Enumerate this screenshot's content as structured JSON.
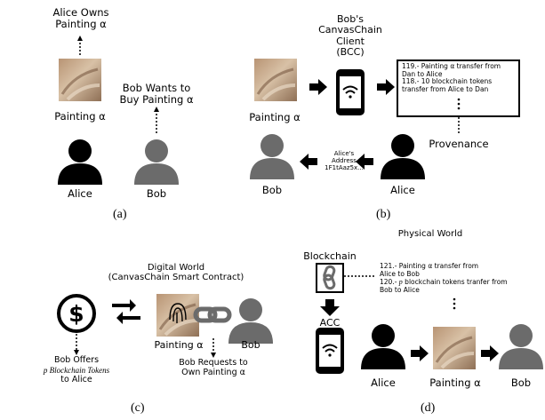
{
  "panel_a": {
    "caption": "(a)",
    "alice_owns": [
      "Alice Owns",
      "Painting α"
    ],
    "painting_label": "Painting α",
    "bob_wants": [
      "Bob Wants to",
      "Buy Painting α"
    ],
    "alice_label": "Alice",
    "bob_label": "Bob"
  },
  "panel_b": {
    "caption": "(b)",
    "bcc_title": [
      "Bob's",
      "CanvasChain",
      "Client",
      "(BCC)"
    ],
    "ledger_lines": [
      "119.- Painting α transfer from",
      "Dan to Alice",
      "118.- 10 blockchain tokens",
      "transfer from Alice to Dan"
    ],
    "painting_label": "Painting α",
    "provenance_label": "Provenance",
    "address_label": [
      "Alice's",
      "Address",
      "1F1tAaz5x..."
    ],
    "bob_label": "Bob",
    "alice_label": "Alice"
  },
  "panel_c": {
    "caption": "(c)",
    "title": [
      "Digital World",
      "(CanvasChain Smart Contract)"
    ],
    "painting_label": "Painting α",
    "bob_label": "Bob",
    "bob_offers": [
      "Bob Offers",
      "p Blockchain Tokens",
      "to Alice"
    ],
    "bob_requests": [
      "Bob Requests to",
      "Own Painting α"
    ]
  },
  "panel_d": {
    "caption": "(d)",
    "physical_world": "Physical World",
    "blockchain_label": "Blockchain",
    "ledger_line1": "121.- Painting α transfer from",
    "ledger_line2": "Alice to Bob",
    "ledger_line3_var": "p",
    "ledger_line3_rest": " blockchain tokens tranfer from",
    "ledger_line3_prefix": "120.- ",
    "ledger_line4": "Bob to Alice",
    "acc_label": "ACC",
    "alice_label": "Alice",
    "painting_label": "Painting α",
    "bob_label": "Bob"
  },
  "colors": {
    "black": "#000000",
    "grey": "#6b6b6b",
    "canvas": "#c9a98a"
  }
}
